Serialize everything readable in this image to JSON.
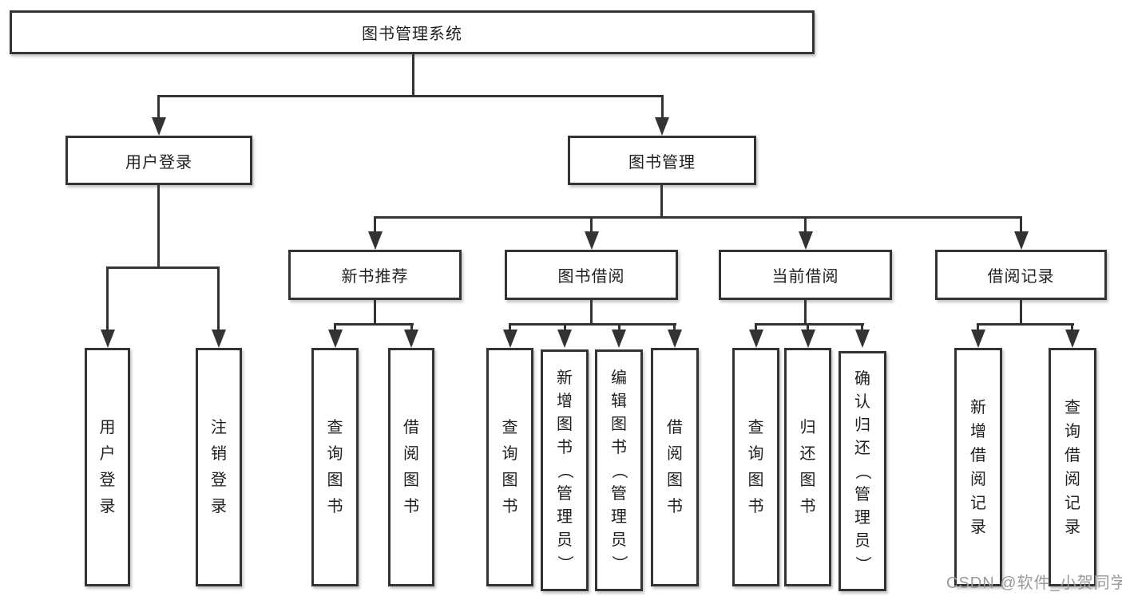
{
  "root": {
    "label": "图书管理系统"
  },
  "level2": {
    "user_login": {
      "label": "用户登录"
    },
    "book_management": {
      "label": "图书管理"
    }
  },
  "level3": {
    "new_book_recommend": {
      "label": "新书推荐"
    },
    "book_borrowing": {
      "label": "图书借阅"
    },
    "current_borrowing": {
      "label": "当前借阅"
    },
    "borrowing_records": {
      "label": "借阅记录"
    }
  },
  "leaves": {
    "login_user_login": {
      "label": "用户登录"
    },
    "login_logout": {
      "label": "注销登录"
    },
    "recommend_query_books": {
      "label": "查询图书"
    },
    "recommend_borrow_books": {
      "label": "借阅图书"
    },
    "borrowing_query_books": {
      "label": "查询图书"
    },
    "borrowing_add_books": {
      "label": "新增图书（管理员）"
    },
    "borrowing_edit_books": {
      "label": "编辑图书（管理员）"
    },
    "borrowing_borrow_books": {
      "label": "借阅图书"
    },
    "current_query_books": {
      "label": "查询图书"
    },
    "current_return_books": {
      "label": "归还图书"
    },
    "current_confirm_return": {
      "label": "确认归还（管理员）"
    },
    "records_add_record": {
      "label": "新增借阅记录"
    },
    "records_query_record": {
      "label": "查询借阅记录"
    }
  },
  "watermark": {
    "text": "CSDN @软件_小贺同学"
  },
  "colors": {
    "line": "#333333",
    "text": "#1f1f1f",
    "watermark": "#9a9a9a"
  }
}
